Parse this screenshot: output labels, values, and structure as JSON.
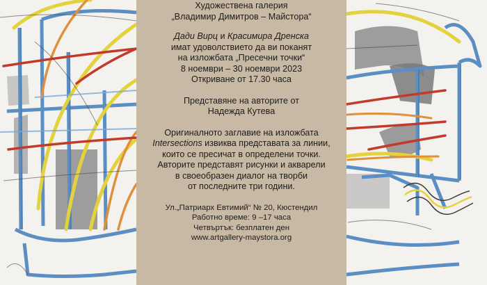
{
  "gallery": {
    "label": "Художествена галерия",
    "name": "„Владимир Димитров – Майстора“"
  },
  "invitation": {
    "author_1": "Дади Вирц",
    "conjunction": " и ",
    "author_2": "Красимира Дренска",
    "invite_text": "имат удоволствието да ви поканят",
    "exhibition_line": "на изложбата „Пресечни точки“",
    "dates": "8 ноември – 30 ноември 2023",
    "opening": "Откриване от 17.30 часа"
  },
  "presentation": {
    "line_1": "Представяне на авторите от",
    "line_2": "Надежда Кутева"
  },
  "description": {
    "line_1": "Оригиналното заглавие на изложбата",
    "line_2_italic": "Intersections",
    "line_2_rest": " извиква представата за линии,",
    "line_3": "които се пресичат в определени точки.",
    "line_4": "Авторите представят рисунки и акварели",
    "line_5": "в своеобразен диалог на творби",
    "line_6": "от последните три години."
  },
  "contact": {
    "address": "Ул.„Патриарх Евтимий“ № 20, Кюстендил",
    "hours": "Работно време: 9 –17 часа",
    "thursday": "Четвъртък: безплатен ден",
    "website": "www.artgallery-maystora.org"
  },
  "colors": {
    "panel": "#c4b59e",
    "text": "#1c1c1c",
    "blue": "#5b8fc4",
    "yellow": "#e4d23c",
    "red": "#c23a2c",
    "orange": "#e0903a",
    "gray": "#8c8c8c"
  }
}
